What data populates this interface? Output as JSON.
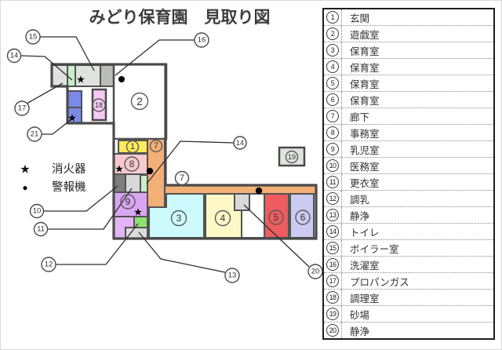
{
  "title": "みどり保育園　見取り図",
  "plan": {
    "symbols": {
      "fire": "★",
      "alarm": "●"
    },
    "symbol_legend": {
      "fire_label": "消火器",
      "alarm_label": "警報機"
    },
    "numbers": {
      "1": "1",
      "2": "2",
      "3": "3",
      "4": "4",
      "5": "5",
      "6": "6",
      "7": "7",
      "8": "8",
      "9": "9",
      "10": "10",
      "11": "11",
      "12": "12",
      "13": "13",
      "14": "14",
      "15": "15",
      "16": "16",
      "17": "17",
      "18": "18",
      "19": "19",
      "20": "20",
      "21": "21"
    }
  },
  "colors": {
    "corridor": "#F2B077",
    "room1": "#FFEC5C",
    "room2": "#FFFFFF",
    "room3": "#CCFAFC",
    "room4": "#FDF8C6",
    "room5": "#EE5C5F",
    "room6": "#CBCBF1",
    "room8": "#F8C9CE",
    "room9": "#D9A6F2",
    "room10": "#7F7F7F",
    "room11": "#D9D9D9",
    "room12": "#E2B5F6",
    "room12b": "#8CE46E",
    "room13": "#DCDCDC",
    "room15": "#DEE3DE",
    "room16": "#B9BDB9",
    "room17": "#DEE3DE",
    "room18": "#F6C9F3",
    "room19": "#DFE4DE",
    "room21": "#7B8AE6",
    "toilet": "#C7F0C9",
    "box20": "#D9D9D9"
  },
  "legend": {
    "rows": [
      {
        "num": "1",
        "label": "玄関"
      },
      {
        "num": "2",
        "label": "遊戯室"
      },
      {
        "num": "3",
        "label": "保育室"
      },
      {
        "num": "4",
        "label": "保育室"
      },
      {
        "num": "5",
        "label": "保育室"
      },
      {
        "num": "6",
        "label": "保育室"
      },
      {
        "num": "7",
        "label": "廊下"
      },
      {
        "num": "8",
        "label": "事務室"
      },
      {
        "num": "9",
        "label": "乳児室"
      },
      {
        "num": "10",
        "label": "医務室"
      },
      {
        "num": "11",
        "label": "更衣室"
      },
      {
        "num": "12",
        "label": "調乳"
      },
      {
        "num": "13",
        "label": "静浄"
      },
      {
        "num": "14",
        "label": "トイレ"
      },
      {
        "num": "15",
        "label": "ボイラー室"
      },
      {
        "num": "16",
        "label": "洗濯室"
      },
      {
        "num": "17",
        "label": "プロパンガス"
      },
      {
        "num": "18",
        "label": "調理室"
      },
      {
        "num": "19",
        "label": "砂場"
      },
      {
        "num": "20",
        "label": "静浄"
      }
    ]
  }
}
